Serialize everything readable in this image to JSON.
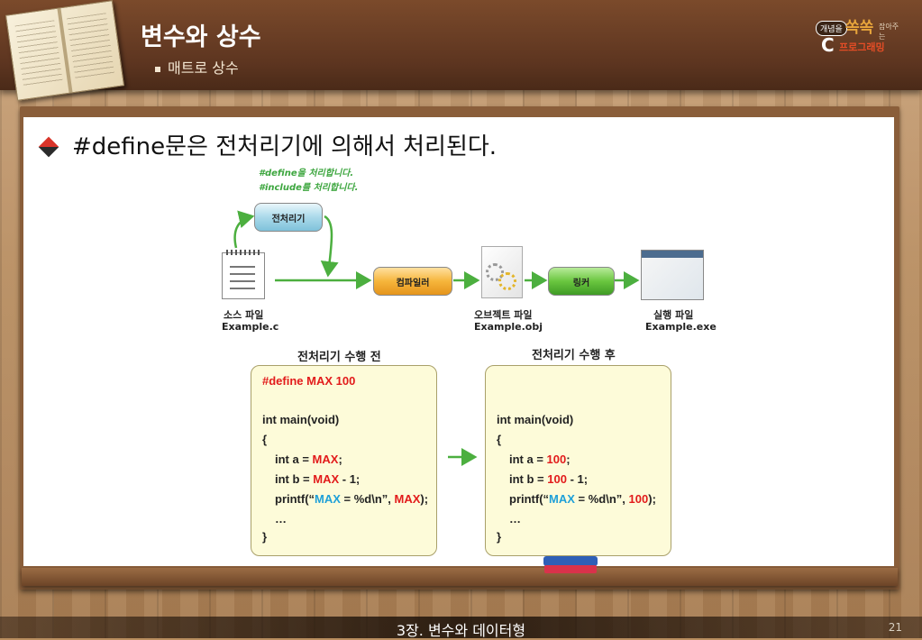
{
  "header": {
    "title": "변수와 상수",
    "subtitle": "매트로 상수",
    "logo": {
      "badge": "개념을",
      "big": "쏙쏙",
      "small": "잡아주는",
      "c": "C",
      "program": "프로그래밍"
    }
  },
  "headline": "#define문은 전처리기에 의해서 처리된다.",
  "diagram": {
    "note1": "#define을 처리합니다.",
    "note2": "#include를 처리합니다.",
    "preprocessor": "전처리기",
    "compiler": "컴파일러",
    "linker": "링커",
    "source_label": "소스 파일",
    "source_file": "Example.c",
    "object_label": "오브젝트 파일",
    "object_file": "Example.obj",
    "exe_label": "실행 파일",
    "exe_file": "Example.exe"
  },
  "before": {
    "title": "전처리기 수행 전",
    "define": "#define MAX 100",
    "main": "int main(void)",
    "open": "{",
    "a_pre": "int a = ",
    "a_val": "MAX",
    "a_post": ";",
    "b_pre": "int b = ",
    "b_val": "MAX",
    "b_post": " - 1;",
    "p_pre": "printf(“",
    "p_mid": "MAX",
    "p_fmt": " = %d\\n”, ",
    "p_arg": "MAX",
    "p_end": ");",
    "dots": "…",
    "close": "}"
  },
  "after": {
    "title": "전처리기 수행 후",
    "main": "int main(void)",
    "open": "{",
    "a_pre": "int a = ",
    "a_val": "100",
    "a_post": ";",
    "b_pre": "int b = ",
    "b_val": "100",
    "b_post": " - 1;",
    "p_pre": "printf(“",
    "p_mid": "MAX",
    "p_fmt": " = %d\\n”, ",
    "p_arg": "100",
    "p_end": ");",
    "dots": "…",
    "close": "}"
  },
  "footer": {
    "chapter": "3장. 변수와 데이터형",
    "page": "21"
  },
  "colors": {
    "arrow": "#4caf3f",
    "highlight_red": "#e21b1b",
    "highlight_cyan": "#1fa0d8"
  }
}
